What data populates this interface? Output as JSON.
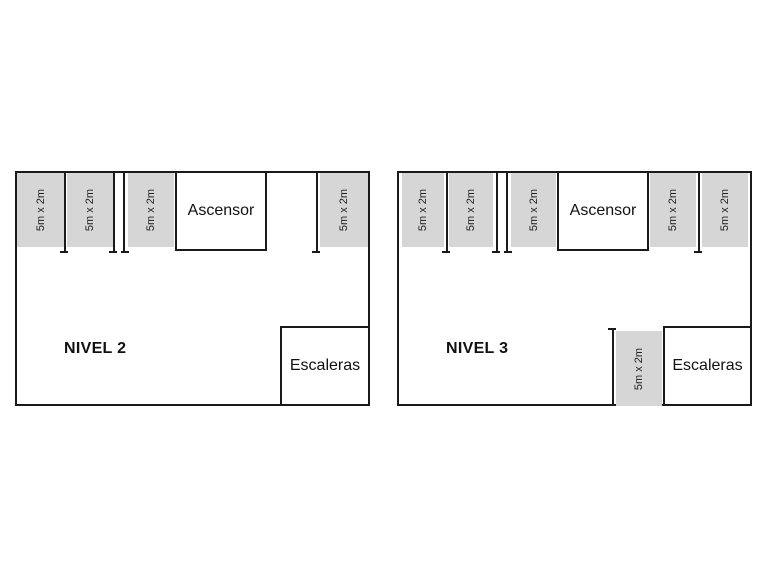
{
  "plans": [
    {
      "level_label": "NIVEL 2",
      "elevator_label": "Ascensor",
      "stairs_label": "Escaleras",
      "spaces": [
        "5m x 2m",
        "5m x 2m",
        "5m x 2m",
        "5m x 2m"
      ]
    },
    {
      "level_label": "NIVEL 3",
      "elevator_label": "Ascensor",
      "stairs_label": "Escaleras",
      "spaces": [
        "5m x 2m",
        "5m x 2m",
        "5m x 2m",
        "5m x 2m",
        "5m x 2m",
        "5m x 2m"
      ]
    }
  ],
  "colors": {
    "space_fill": "#d6d6d6",
    "line": "#1a1a1a",
    "background": "#ffffff"
  }
}
